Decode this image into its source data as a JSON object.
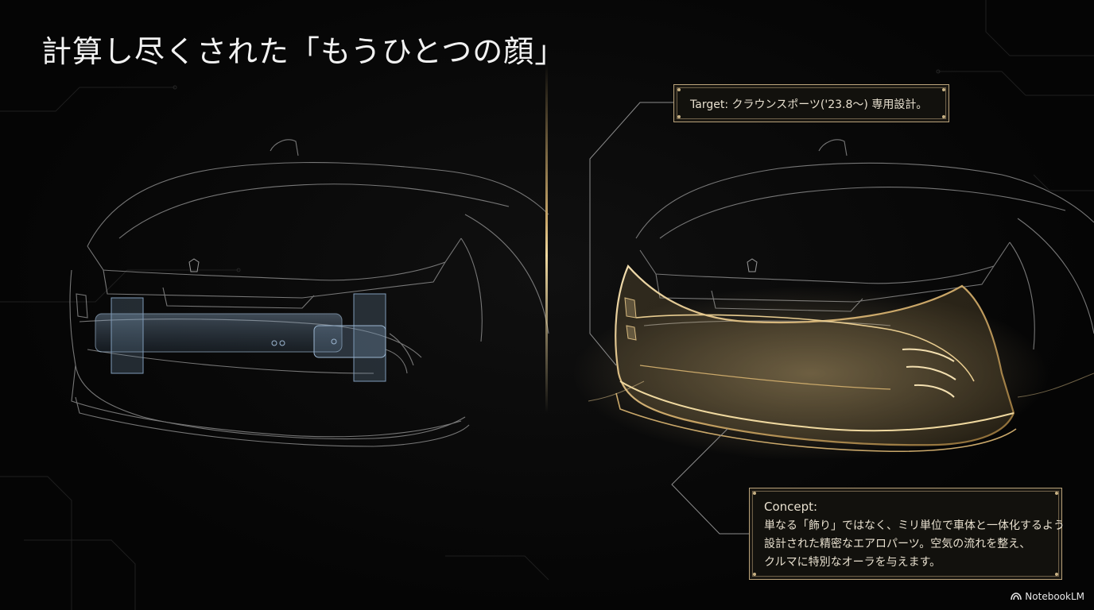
{
  "title": "計算し尽くされた「もうひとつの顔」",
  "target_callout": {
    "text": "Target: クラウンスポーツ('23.8〜) 専用設計。"
  },
  "concept_callout": {
    "heading": "Concept:",
    "lines": [
      "単なる「飾り」ではなく、ミリ単位で車体と一体化するよう",
      "設計された精密なエアロパーツ。空気の流れを整え、",
      "クルマに特別なオーラを与えます。"
    ]
  },
  "branding": {
    "icon": "notebooklm-icon",
    "label": "NotebookLM"
  },
  "colors": {
    "background": "#050505",
    "accent_gold": "#caa86a",
    "wireframe": "#8a8a8a",
    "structure_blue": "#7f9bb8"
  }
}
